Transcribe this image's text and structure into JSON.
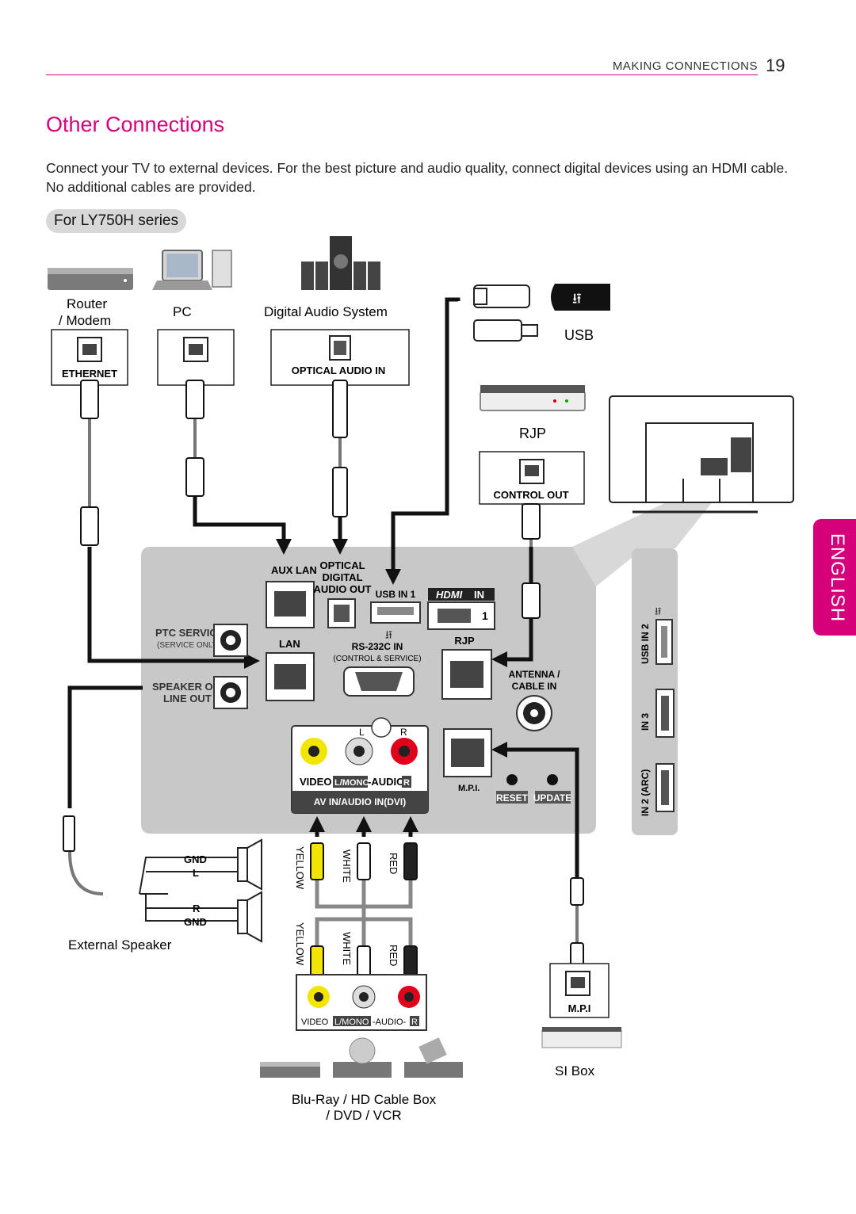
{
  "header": {
    "section": "MAKING CONNECTIONS",
    "page_number": "19"
  },
  "title": "Other Connections",
  "intro": "Connect your TV to external devices. For the best picture and audio quality, connect digital devices using an HDMI cable. No additional cables are provided.",
  "series_label": "For LY750H series",
  "side_tab": "ENGLISH",
  "devices": {
    "router_line1": "Router",
    "router_line2": "/ Modem",
    "pc": "PC",
    "audio_system": "Digital Audio System",
    "usb": "USB",
    "rjp": "RJP",
    "external_speaker": "External Speaker",
    "player_line1": "Blu-Ray / HD Cable Box",
    "player_line2": "/ DVD / VCR",
    "si_box": "SI Box"
  },
  "device_ports": {
    "ethernet": "ETHERNET",
    "optical_audio_in": "OPTICAL AUDIO IN",
    "control_out": "CONTROL OUT",
    "mpi": "M.P.I"
  },
  "panel": {
    "aux_lan": "AUX LAN",
    "optical_1": "OPTICAL",
    "optical_2": "DIGITAL",
    "optical_3": "AUDIO OUT",
    "usb_in_1": "USB IN 1",
    "hdmi_in": "IN",
    "hdmi_num": "1",
    "ptc_service": "PTC SERVICE",
    "service_only": "(SERVICE ONLY)",
    "lan": "LAN",
    "rs232c": "RS-232C IN",
    "control_service": "(CONTROL & SERVICE)",
    "rjp": "RJP",
    "speaker_out": "SPEAKER OUT",
    "line_out": "LINE OUT",
    "antenna_1": "ANTENNA /",
    "antenna_2": "CABLE IN",
    "av_l": "L",
    "av_r": "R",
    "video": "VIDEO",
    "l_mono": "L/MONO",
    "audio": "-AUDIO-",
    "audio_r": "R",
    "av_in": "AV IN/AUDIO IN(DVI)",
    "mpi": "M.P.I.",
    "reset": "RESET",
    "update": "UPDATE",
    "side_usb_in_2": "USB IN 2",
    "side_hdmi_in_3": "IN 3",
    "side_hdmi_in_2": "IN 2 (ARC)"
  },
  "speaker": {
    "gnd": "GND",
    "l": "L",
    "r": "R"
  },
  "cable_colors": {
    "yellow": "YELLOW",
    "white": "WHITE",
    "red": "RED"
  },
  "player_jacks": {
    "video": "VIDEO",
    "l_mono": "L/MONO",
    "audio": "-AUDIO-",
    "r": "R"
  },
  "colors": {
    "accent": "#d6007a",
    "panel": "#c8c8c8",
    "yellow_jack": "#f2e600",
    "red_jack": "#e0001b"
  }
}
